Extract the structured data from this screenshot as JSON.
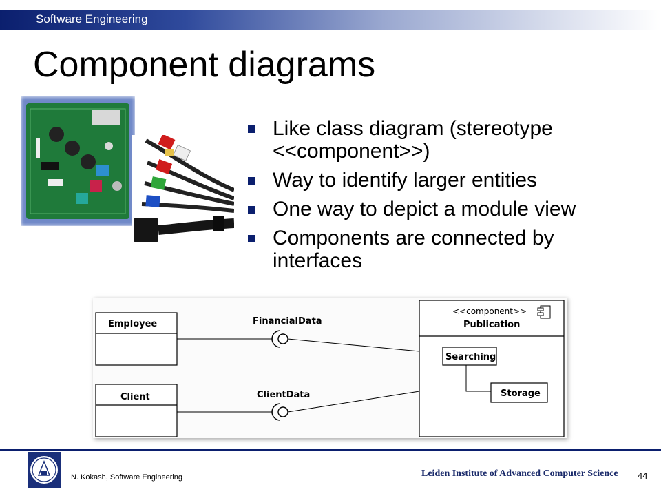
{
  "header": {
    "course": "Software Engineering"
  },
  "slide": {
    "title": "Component diagrams",
    "bullets": [
      [
        "Like class diagram (stereotype",
        "<<component>>)"
      ],
      [
        "Way to identify larger entities"
      ],
      [
        "One way to depict a module view"
      ],
      [
        "Components are connected by",
        "interfaces"
      ]
    ]
  },
  "diagram": {
    "classes": [
      "Employee",
      "Client"
    ],
    "interfaces": [
      "FinancialData",
      "ClientData"
    ],
    "component": {
      "stereotype": "<<component>>",
      "name": "Publication"
    },
    "parts": [
      "Searching",
      "Storage"
    ]
  },
  "footer": {
    "author": "N. Kokash, Software Engineering",
    "institute": "Leiden Institute of Advanced Computer Science",
    "page": "44"
  },
  "colors": {
    "brand": "#0b1f6e",
    "bullet": "#0b1f6e"
  }
}
